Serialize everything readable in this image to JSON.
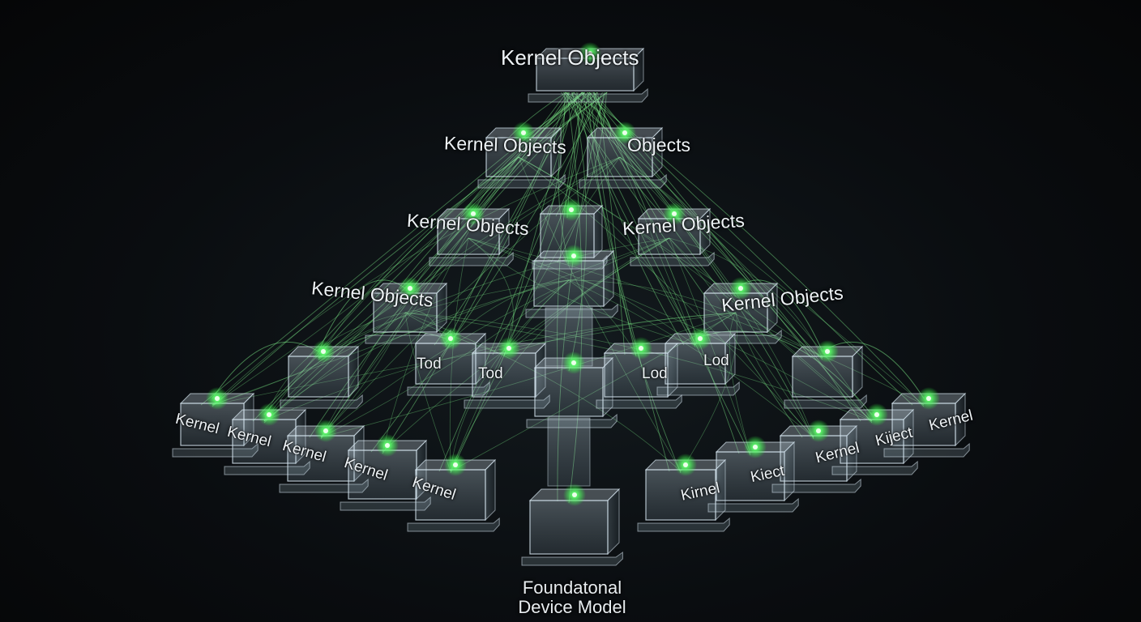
{
  "colors": {
    "background": "#0a0d10",
    "node_glow": "#4cff5a",
    "edge": "#7ef08a",
    "cube_edge": "#d8e8f2"
  },
  "labels": {
    "top": "Kernel Objects",
    "l1_left": "Kernel Objects",
    "l1_right": "Objects",
    "l2_left": "Kernel Objects",
    "l2_right": "Kernel Objects",
    "l3_left": "Kernel Objects",
    "l3_right": "Kernel Objects",
    "inner_1": "Tod",
    "inner_2": "Tod",
    "inner_3": "Lod",
    "inner_4": "Lod",
    "front_1": "Kernel",
    "front_2": "Kernel",
    "front_3": "Kernel",
    "front_4": "Kernel",
    "front_5": "Kernel",
    "front_6": "Kirnel",
    "front_7": "Kiect",
    "front_8": "Kernel",
    "front_9": "Kiject",
    "front_10": "Kernel",
    "foundation_line1": "Foundatonal",
    "foundation_line2": "Device Model"
  }
}
